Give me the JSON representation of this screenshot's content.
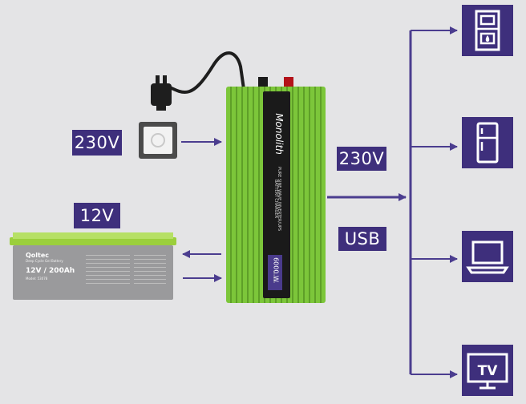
{
  "labels": {
    "wall_voltage": "230V",
    "battery_voltage": "12V",
    "output_voltage": "230V",
    "usb": "USB"
  },
  "inverter": {
    "brand": "Monolith",
    "subtitle": "PURE SINE WAVE INVERTER/UPS",
    "subtitle2": "BATTERY CHARGER",
    "power_rating": "6000 W",
    "small_text": "3000/6000"
  },
  "battery": {
    "brand": "Qoltec",
    "type": "Deep Cycle Gel Battery",
    "rating": "12V / 200Ah",
    "model": "Model: 53078"
  },
  "devices": {
    "tv_text": "TV"
  },
  "colors": {
    "accent_purple": "#3e2f7c",
    "arrow_line": "#4b3d8f",
    "inverter_green": "#7cc63a",
    "background": "#e4e4e6"
  }
}
